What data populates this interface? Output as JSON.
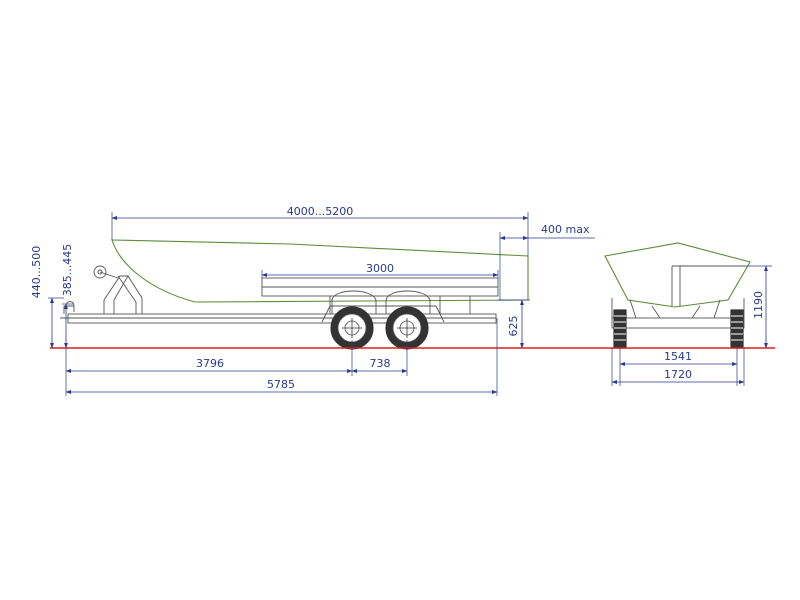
{
  "colors": {
    "hull": "#5e8c3a",
    "dimension": "#2b3a8c",
    "ground": "#d62020",
    "frame": "#555555",
    "tire": "#333333"
  },
  "dimensions": {
    "boat_length": "4000...5200",
    "overhang": "400 max",
    "bunk_length": "3000",
    "winch_height_max": "440...500",
    "winch_height_min": "385...445",
    "bunk_height": "625",
    "tow_to_axle": "3796",
    "axle_spacing": "738",
    "overall_length": "5785",
    "overall_height": "1190",
    "track_width": "1541",
    "overall_width": "1720"
  }
}
